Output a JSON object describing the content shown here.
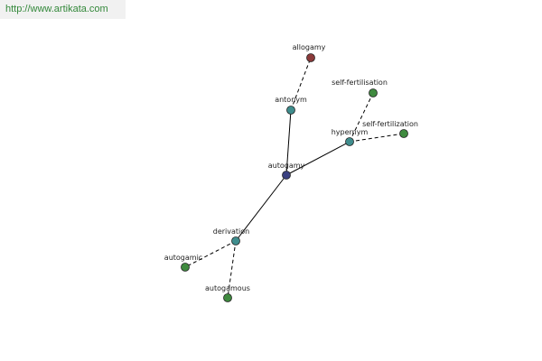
{
  "site": {
    "url_text": "http://www.artikata.com"
  },
  "colors": {
    "center": "#3a4080",
    "relation": "#3f8d8d",
    "term": "#3f8a3f",
    "antonym_term": "#8b3a3a",
    "edge": "#000000",
    "link_text": "#33883a"
  },
  "graph": {
    "nodes": [
      {
        "id": "autogamy",
        "label": "autogamy",
        "kind": "center"
      },
      {
        "id": "antonym",
        "label": "antonym",
        "kind": "relation"
      },
      {
        "id": "hypernym",
        "label": "hypernym",
        "kind": "relation"
      },
      {
        "id": "derivation",
        "label": "derivation",
        "kind": "relation"
      },
      {
        "id": "allogamy",
        "label": "allogamy",
        "kind": "antonym_term"
      },
      {
        "id": "self-fertilisation",
        "label": "self-fertilisation",
        "kind": "term"
      },
      {
        "id": "self-fertilization",
        "label": "self-fertilization",
        "kind": "term"
      },
      {
        "id": "autogamic",
        "label": "autogamic",
        "kind": "term"
      },
      {
        "id": "autogamous",
        "label": "autogamous",
        "kind": "term"
      }
    ],
    "edges": [
      {
        "from": "autogamy",
        "to": "antonym",
        "style": "solid"
      },
      {
        "from": "autogamy",
        "to": "hypernym",
        "style": "solid"
      },
      {
        "from": "autogamy",
        "to": "derivation",
        "style": "solid"
      },
      {
        "from": "antonym",
        "to": "allogamy",
        "style": "dashed"
      },
      {
        "from": "hypernym",
        "to": "self-fertilisation",
        "style": "dashed"
      },
      {
        "from": "hypernym",
        "to": "self-fertilization",
        "style": "dashed"
      },
      {
        "from": "derivation",
        "to": "autogamic",
        "style": "dashed"
      },
      {
        "from": "derivation",
        "to": "autogamous",
        "style": "dashed"
      }
    ]
  }
}
